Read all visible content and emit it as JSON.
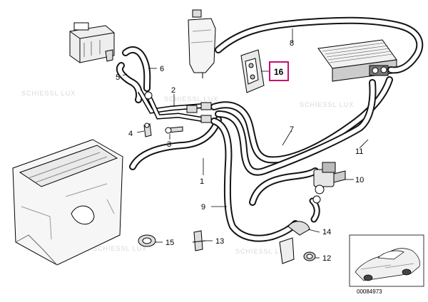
{
  "colors": {
    "highlight": "#c8106f",
    "line": "#000000",
    "hose": "#141414",
    "watermark": "#d8d8d8"
  },
  "labels": {
    "p1": "1",
    "p2": "2",
    "p3": "3",
    "p4": "4",
    "p5": "5",
    "p6": "6",
    "p7": "7",
    "p8": "8",
    "p9": "9",
    "p10": "10",
    "p11": "11",
    "p12": "12",
    "p13": "13",
    "p14": "14",
    "p15": "15",
    "p16": "16"
  },
  "watermark_text": "SCHIESSL LUX",
  "reference_number": "00084973",
  "icons": [
    "car-thumbnail-icon"
  ]
}
